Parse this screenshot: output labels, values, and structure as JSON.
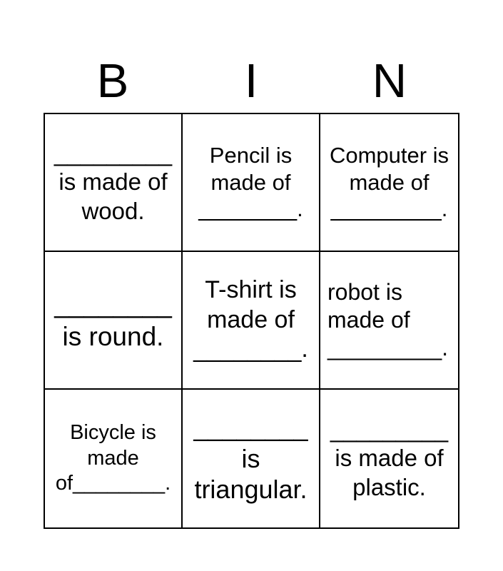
{
  "header": {
    "letters": [
      {
        "label": "B"
      },
      {
        "label": "I"
      },
      {
        "label": "N"
      }
    ]
  },
  "grid": {
    "cells": [
      {
        "line1": "_________",
        "line2": "is made of",
        "line3": "wood."
      },
      {
        "line1": "Pencil is",
        "line2": "made of",
        "line3": "________."
      },
      {
        "line1": "Computer is",
        "line2": "made of",
        "line3": "_________."
      },
      {
        "line1": "________",
        "line2": "is round."
      },
      {
        "line1": "T-shirt is",
        "line2": "made of",
        "line3": "________."
      },
      {
        "line1": "robot is",
        "line2": "made of",
        "line3": "_________."
      },
      {
        "line1": "Bicycle is",
        "line2": "made",
        "line3": "of________."
      },
      {
        "line1": "________",
        "line2": "is",
        "line3": "triangular."
      },
      {
        "line1": "_________",
        "line2": "is made of",
        "line3": "plastic."
      }
    ]
  },
  "colors": {
    "ink": "#000000",
    "background": "#ffffff",
    "grid_line": "#000000"
  }
}
